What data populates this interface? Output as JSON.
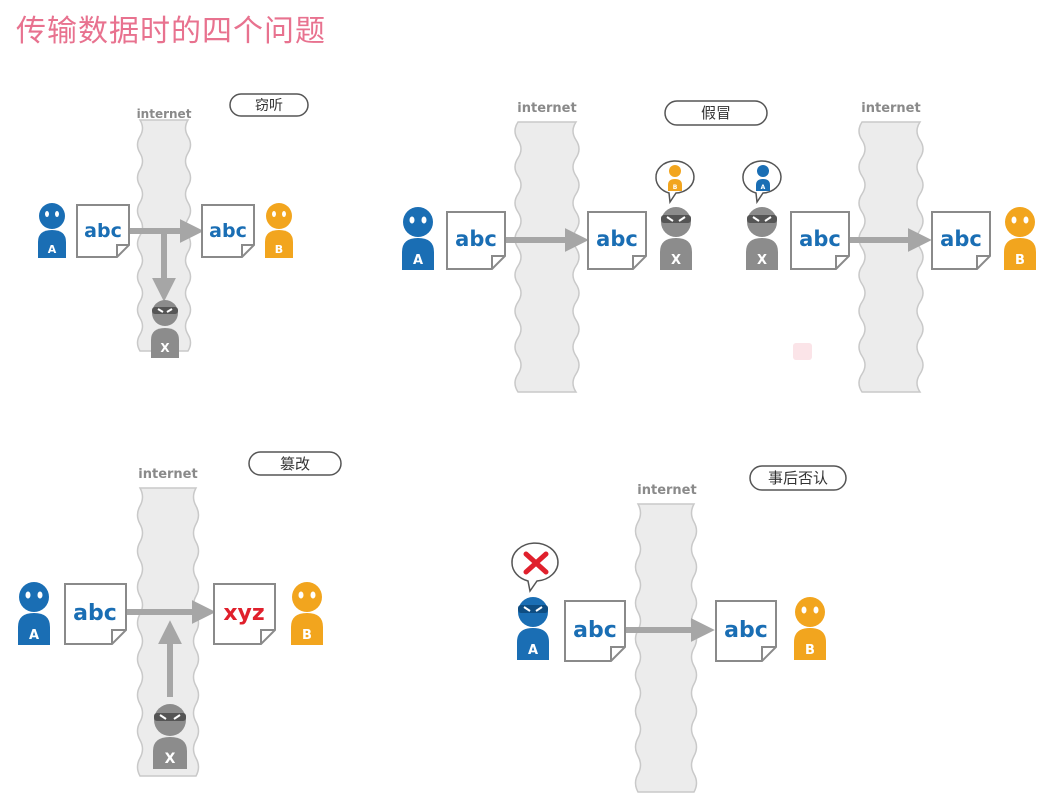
{
  "title": "传输数据时的四个问题",
  "colors": {
    "title": "#e8728f",
    "person_a": "#1a6eb4",
    "person_b": "#f2a51e",
    "attacker": "#8c8c8c",
    "arrow": "#a6a6a6",
    "doc_text": "#1a6eb4",
    "tampered_text": "#e0202c",
    "deny_mark": "#e0202c"
  },
  "scenarios": {
    "eavesdrop": {
      "label": "窃听",
      "network": "internet",
      "sender": "A",
      "receiver": "B",
      "attacker": "X",
      "sent": "abc",
      "received": "abc"
    },
    "spoofing": {
      "label": "假冒",
      "network": "internet",
      "sender": "A",
      "receiver": "B",
      "attacker": "X",
      "sent": "abc",
      "received": "abc",
      "impersonated_left": "B",
      "impersonated_right": "A"
    },
    "tampering": {
      "label": "篡改",
      "network": "internet",
      "sender": "A",
      "receiver": "B",
      "attacker": "X",
      "sent": "abc",
      "received": "xyz"
    },
    "repudiation": {
      "label": "事后否认",
      "network": "internet",
      "sender": "A",
      "receiver": "B",
      "sent": "abc",
      "received": "abc"
    }
  }
}
